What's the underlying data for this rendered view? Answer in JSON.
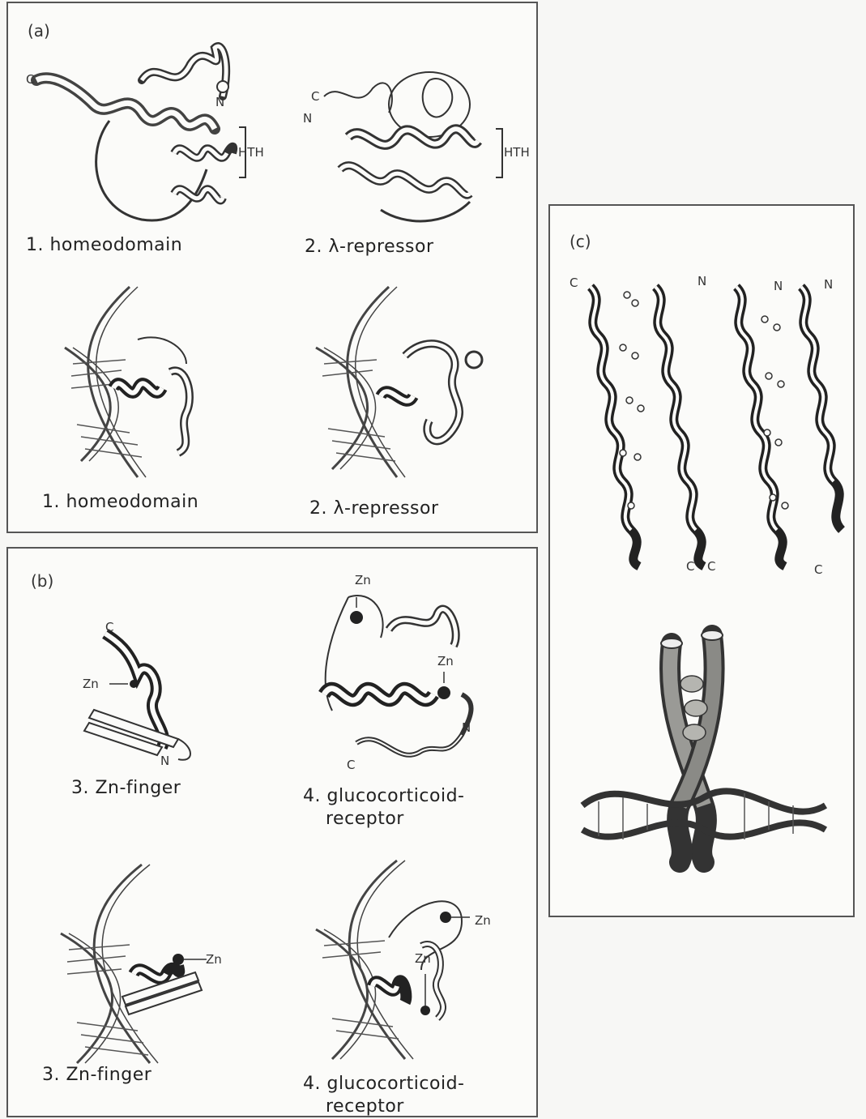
{
  "panel_a": {
    "label": "(a)",
    "top_row": [
      {
        "caption": "1. homeodomain",
        "hth_label": "HTH",
        "c_label": "C",
        "n_label": "N"
      },
      {
        "caption": "2. λ-repressor",
        "hth_label": "HTH",
        "c_label": "C",
        "n_label": "N"
      }
    ],
    "bottom_row": [
      {
        "caption": "1. homeodomain"
      },
      {
        "caption": "2. λ-repressor"
      }
    ]
  },
  "panel_b": {
    "label": "(b)",
    "top_row": [
      {
        "caption": "3. Zn-finger",
        "zn_label": "Zn",
        "c_label": "C",
        "n_label": "N"
      },
      {
        "caption_line1": "4. glucocorticoid-",
        "caption_line2": "receptor",
        "zn_label": "Zn",
        "c_label": "C",
        "n_label": "N"
      }
    ],
    "bottom_row": [
      {
        "caption": "3. Zn-finger",
        "zn_label": "Zn"
      },
      {
        "caption_line1": "4. glucocorticoid-",
        "caption_line2": "receptor",
        "zn_label": "Zn"
      }
    ]
  },
  "panel_c": {
    "label": "(c)",
    "terminals": {
      "c": "C",
      "n": "N"
    }
  }
}
